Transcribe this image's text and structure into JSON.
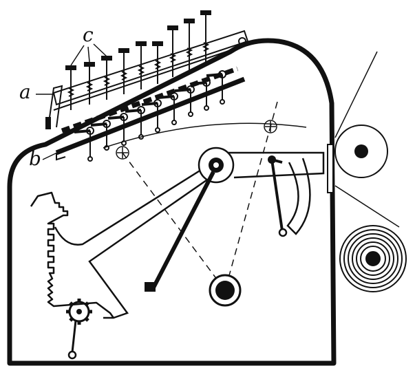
{
  "labels": {
    "a": "a",
    "b": "b",
    "c": "c"
  },
  "colors": {
    "ink": "#111111",
    "paper": "#ffffff"
  },
  "parts": [
    "casing",
    "key-row",
    "key-levers",
    "sector-arm",
    "rack-teeth",
    "pinion",
    "pivot-wheel",
    "lower-wheel",
    "paper-roller",
    "paper-roll",
    "handle-lever"
  ]
}
